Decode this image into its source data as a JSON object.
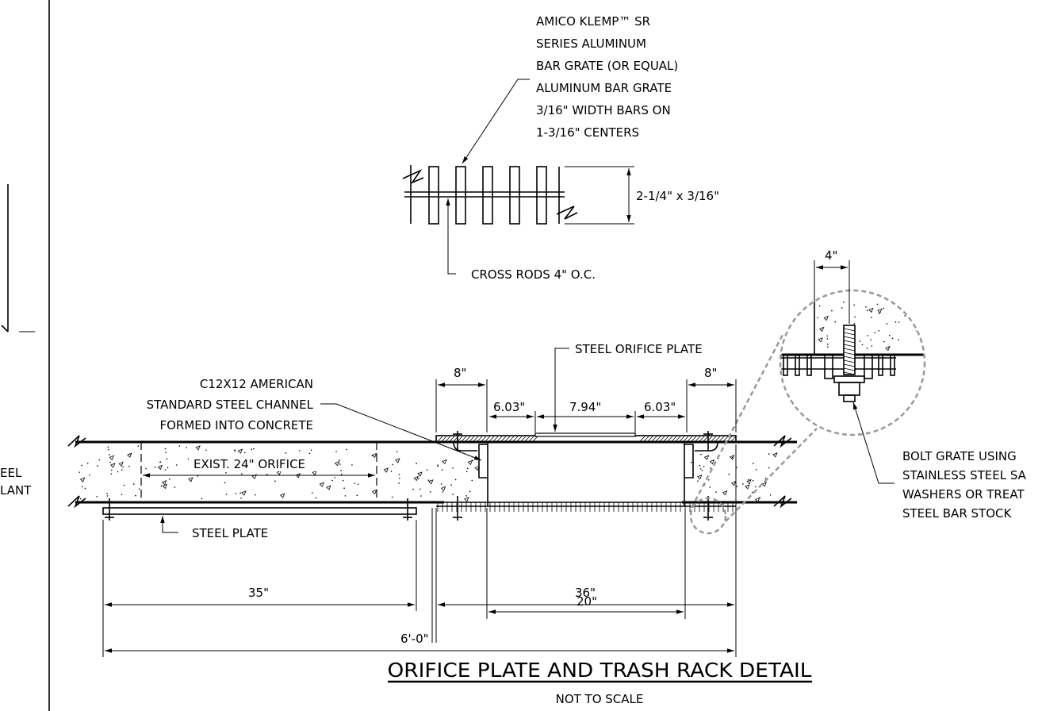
{
  "title": "ORIFICE PLATE AND TRASH RACK DETAIL",
  "subtitle": "NOT TO SCALE",
  "grate_callout": {
    "lines": [
      "AMICO KLEMP™ SR",
      "SERIES ALUMINUM",
      "BAR GRATE (OR EQUAL)",
      "ALUMINUM BAR GRATE",
      "3/16\" WIDTH BARS ON",
      "1-3/16\" CENTERS"
    ]
  },
  "grate_dim": "2-1/4\" x 3/16\"",
  "cross_rods": "CROSS RODS 4\" O.C.",
  "orifice_plate": "STEEL ORIFICE PLATE",
  "channel_callout": {
    "lines": [
      "C12X12 AMERICAN",
      "STANDARD STEEL CHANNEL",
      "FORMED INTO CONCRETE"
    ]
  },
  "exist_orifice": "EXIST. 24\" ORIFICE",
  "steel_plate": "STEEL PLATE",
  "bolt_callout": {
    "lines": [
      "BOLT GRATE USING",
      "STAINLESS STEEL SA",
      "WASHERS OR TREAT",
      "STEEL BAR STOCK"
    ]
  },
  "left_partial": {
    "lines": [
      "EEL",
      "LANT"
    ]
  },
  "dimensions": {
    "d8_left": "8\"",
    "d8_right": "8\"",
    "d603_left": "6.03\"",
    "d794": "7.94\"",
    "d603_right": "6.03\"",
    "d4": "4\"",
    "d20": "20\"",
    "d35": "35\"",
    "d36": "36\"",
    "d6ft": "6'-0\""
  }
}
